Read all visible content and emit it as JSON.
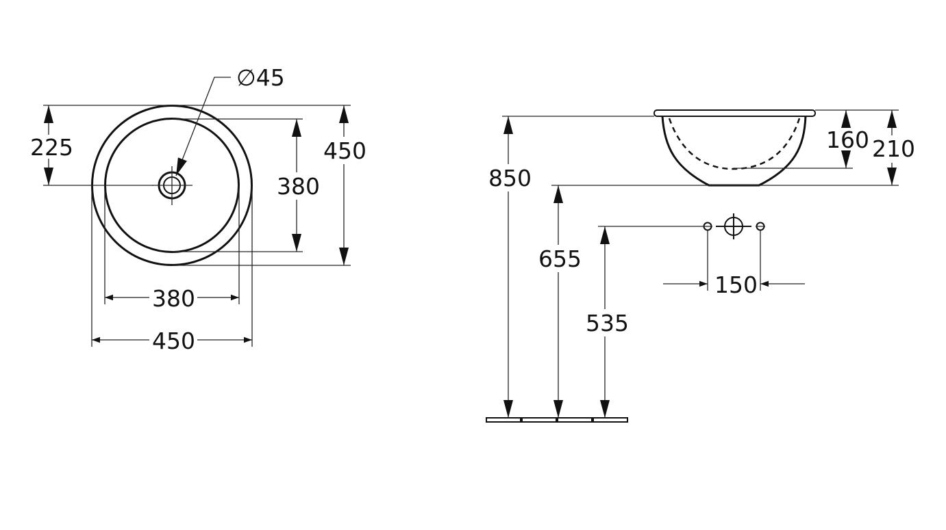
{
  "plan_view": {
    "drain_diameter": "∅45",
    "drain_offset": "225",
    "outer_height": "450",
    "inner_height": "380",
    "inner_width": "380",
    "outer_width": "450"
  },
  "side_view": {
    "floor_to_rim": "850",
    "floor_to_bottom": "655",
    "floor_to_tap_holes": "535",
    "bowl_depth": "160",
    "total_height": "210",
    "tap_hole_spacing": "150"
  }
}
